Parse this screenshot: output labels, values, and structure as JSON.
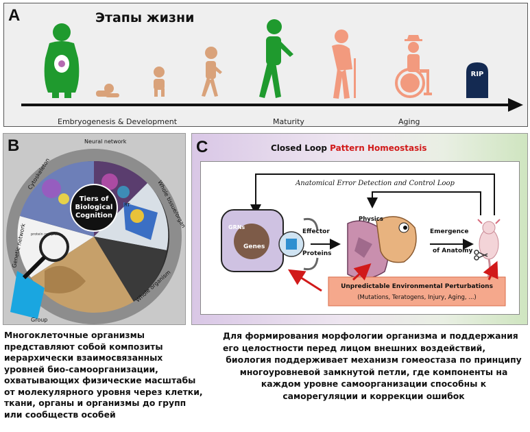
{
  "panel_a": {
    "label": "A",
    "title": "Этапы жизни",
    "stages": [
      "Embryogenesis & Development",
      "Maturity",
      "Aging"
    ],
    "tombstone_text": "RIP",
    "colors": {
      "green": "#1f9a2e",
      "tan": "#d9a27a",
      "salmon": "#f29a7e",
      "navy": "#142a52"
    }
  },
  "panel_b": {
    "label": "B",
    "center_text": [
      "Tiers of",
      "Biological",
      "Cognition"
    ],
    "ring_labels": [
      "Neural network",
      "Whole tissue/organ",
      "Whole organism",
      "Group",
      "Genetic network",
      "Cytoskeleton"
    ],
    "small_labels": [
      "RT",
      "protein complex"
    ]
  },
  "panel_c": {
    "label": "C",
    "title_prefix": "Closed Loop",
    "title_highlight": "Pattern Homeostasis",
    "loop_label": "Anatomical Error Detection and Control Loop",
    "cell_labels": {
      "grns": "GRNs",
      "genes": "Genes"
    },
    "effector": [
      "Effector",
      "Proteins"
    ],
    "physics": "Physics",
    "emergence": [
      "Emergence",
      "of Anatomy"
    ],
    "perturbation_title": "Unpredictable Environmental Perturbations",
    "perturbation_sub": "(Mutations, Teratogens, Injury, Aging, ...)"
  },
  "captions": {
    "left": [
      "Многоклеточные организмы",
      "представляют собой композиты",
      "иерархически взаимосвязанных",
      "уровней био-самоорганизации,",
      "охватывающих физические масштабы",
      "от молекулярного уровня через клетки,",
      "ткани, органы и организмы до групп",
      "или сообществ особей"
    ],
    "right": [
      "Для формирования морфологии организма и поддержания",
      "его целостности перед лицом внешних воздействий,",
      "биология поддерживает механизм гомеостаза по принципу",
      "многоуровневой замкнутой петли, где компоненты на",
      "каждом уровне самоорганизации способны к",
      "саморегуляции и коррекции ошибок"
    ]
  }
}
